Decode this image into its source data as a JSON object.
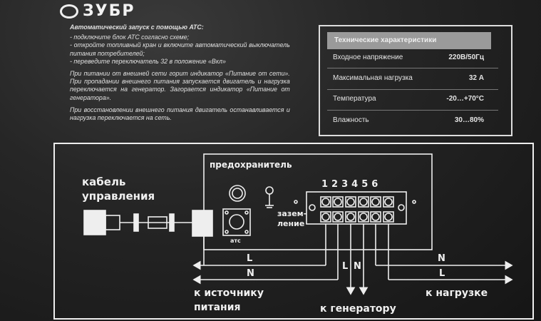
{
  "logo": {
    "text": "ЗУБР"
  },
  "instructions": {
    "title": "Автоматический запуск с помощью АТС:",
    "steps": [
      "- подключите блок АТС согласно схеме;",
      "- откройте топливный кран и включите автоматический выключатель питания потребителей;",
      "- переведите переключатель 32 в положение «Вкл»"
    ],
    "para1": "При питании от внешней сети горит индикатор «Питание от сети». При пропадании внешнего питания запускается двигатель и нагрузка переключается на генератор. Загорается индикатор «Питание от генератора».",
    "para2": "При восстановлении внешнего питания двигатель останавливается и нагрузка переключается на сеть."
  },
  "specs": {
    "title": "Технические характеристики",
    "rows": [
      {
        "label": "Входное напряжение",
        "value": "220В/50Гц"
      },
      {
        "label": "Максимальная нагрузка",
        "value": "32 А"
      },
      {
        "label": "Температура",
        "value": "-20…+70°С"
      },
      {
        "label": "Влажность",
        "value": "30…80%"
      }
    ]
  },
  "diagram": {
    "cable_label_1": "кабель",
    "cable_label_2": "управления",
    "fuse": "предохранитель",
    "ground_1": "зазем-",
    "ground_2": "ление",
    "ats": "атс",
    "terminals": [
      "1",
      "2",
      "3",
      "4",
      "5",
      "6"
    ],
    "left_L": "L",
    "left_N": "N",
    "mid_L": "L",
    "mid_N": "N",
    "right_N": "N",
    "right_L": "L",
    "source_1": "к источнику",
    "source_2": "питания",
    "generator": "к генератору",
    "load": "к нагрузке"
  }
}
